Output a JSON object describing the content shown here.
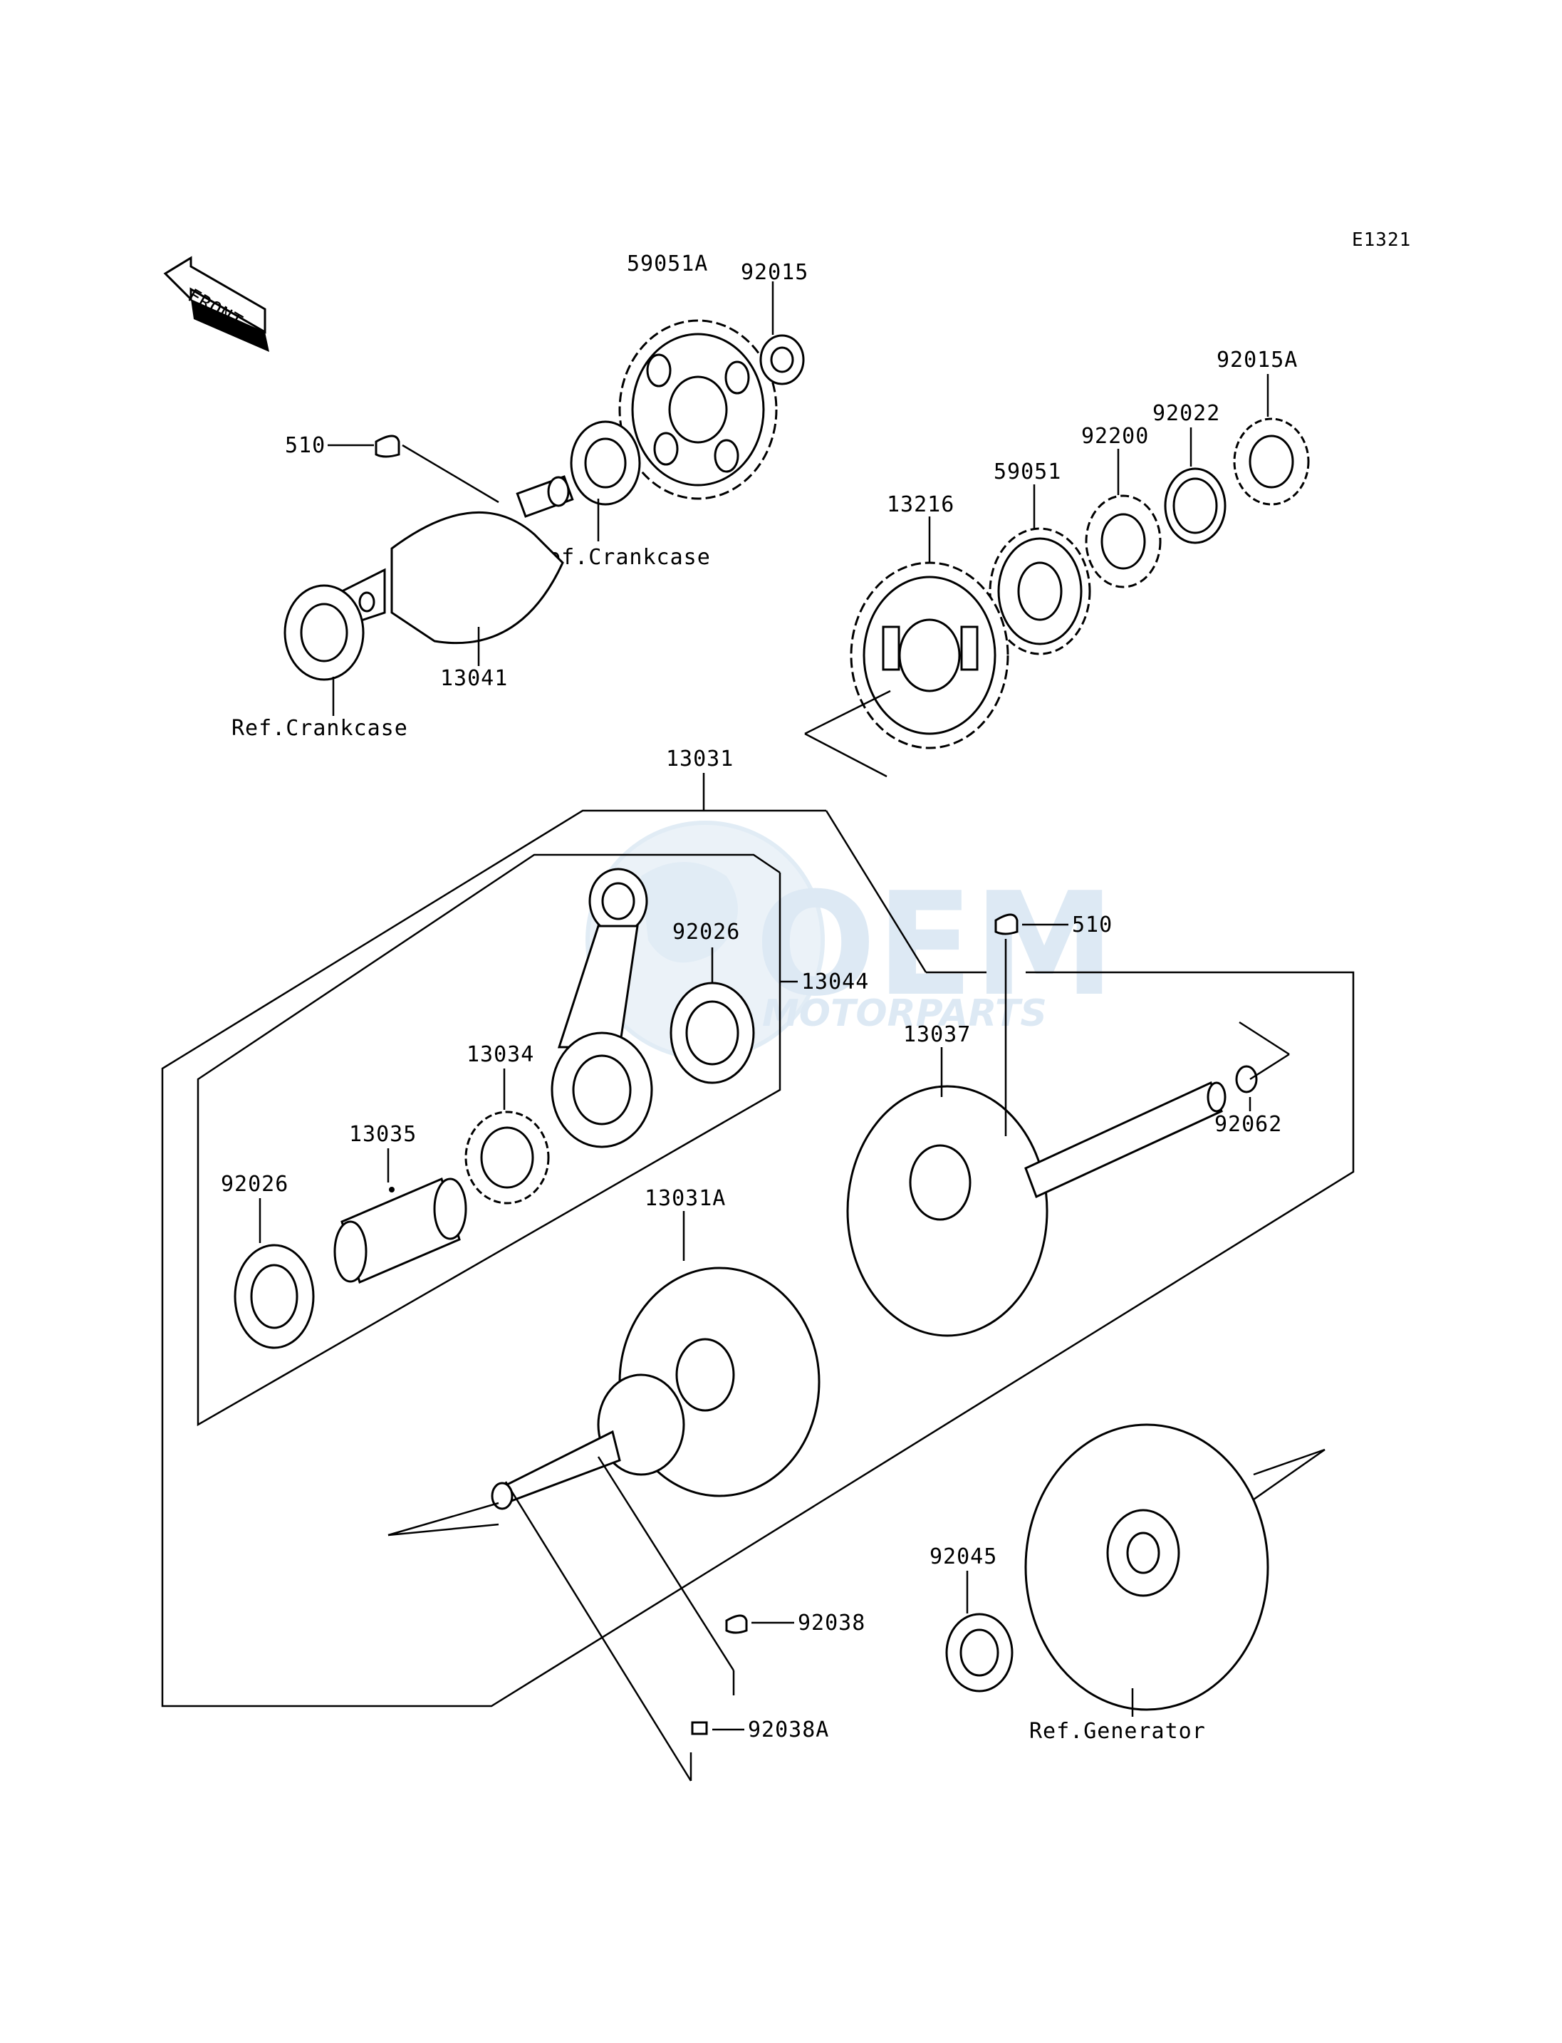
{
  "diagram_code": "E1321",
  "front_label": "FRONT",
  "watermark": {
    "brand": "OEM",
    "sub": "MOTORPARTS",
    "color": "#c9ddee"
  },
  "labels": {
    "p59051A": "59051A",
    "p92015": "92015",
    "p92015A": "92015A",
    "p92022": "92022",
    "p92200": "92200",
    "p59051": "59051",
    "p13216": "13216",
    "p510_top": "510",
    "p510_mid": "510",
    "ref_crankcase_1": "Ref.Crankcase",
    "ref_crankcase_2": "Ref.Crankcase",
    "p13041": "13041",
    "p13031": "13031",
    "p92026_top": "92026",
    "p13044": "13044",
    "p13034": "13034",
    "p13035": "13035",
    "p92026_left": "92026",
    "p13031A": "13031A",
    "p13037": "13037",
    "p92062": "92062",
    "p92045": "92045",
    "p92038": "92038",
    "p92038A": "92038A",
    "ref_generator": "Ref.Generator"
  }
}
